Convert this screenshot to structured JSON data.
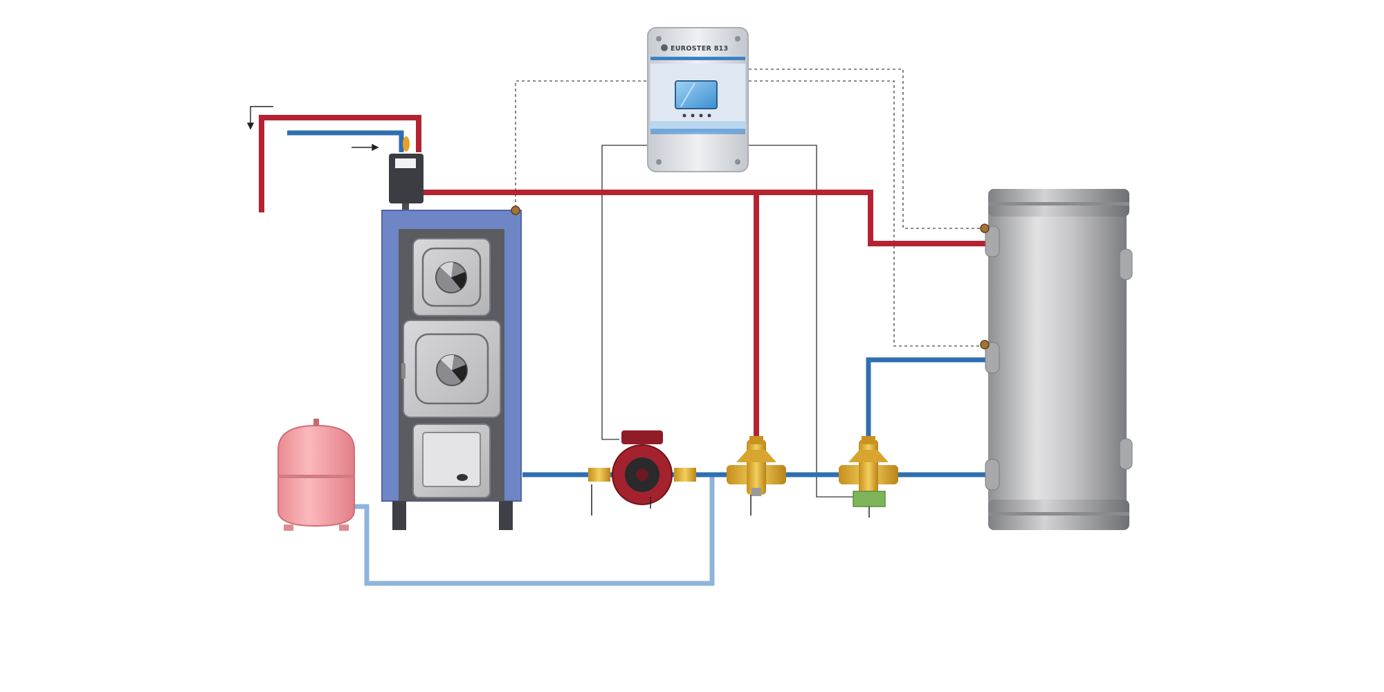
{
  "controller": {
    "brand_label": "EUROSTER 813"
  },
  "colors": {
    "hot_pipe": "#b52230",
    "cold_pipe": "#2f6fb1",
    "light_return_pipe": "#8fb4da",
    "boiler_casing": "#6f86c6",
    "expansion_vessel": "#f2a0a5",
    "tank": "#b9b9bb",
    "pump": "#a3222e",
    "valve_brass": "#e0b13a",
    "actuator": "#7fb55a"
  },
  "components": {
    "boiler": "boiler",
    "expansion_vessel": "expansion-vessel",
    "circulation_pump": "circulation-pump",
    "three_way_valve": "three-way-valve",
    "three_way_valve_actuated": "three-way-valve-actuated",
    "storage_tank": "storage-tank",
    "controller": "controller",
    "thermal_valve": "thermal-safety-valve"
  }
}
